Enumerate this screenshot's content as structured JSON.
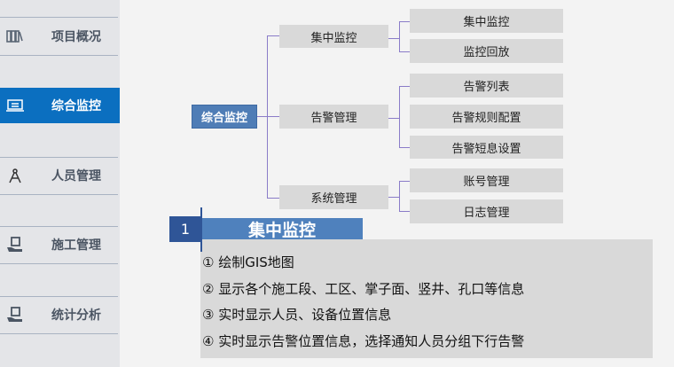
{
  "sidebar": {
    "items": [
      {
        "label": "项目概况",
        "icon": "books-icon"
      },
      {
        "label": "综合监控",
        "icon": "monitor-icon",
        "active": true
      },
      {
        "label": "人员管理",
        "icon": "compass-icon"
      },
      {
        "label": "施工管理",
        "icon": "hand-box-icon"
      },
      {
        "label": "统计分析",
        "icon": "hand-box-icon"
      }
    ]
  },
  "tree": {
    "root": "综合监控",
    "groups": [
      {
        "label": "集中监控",
        "children": [
          "集中监控",
          "监控回放"
        ]
      },
      {
        "label": "告警管理",
        "children": [
          "告警列表",
          "告警规则配置",
          "告警短息设置"
        ]
      },
      {
        "label": "系统管理",
        "children": [
          "账号管理",
          "日志管理"
        ]
      }
    ]
  },
  "section": {
    "number": "1",
    "title": "集中监控",
    "items": [
      "① 绘制GIS地图",
      "② 显示各个施工段、工区、掌子面、竖井、孔口等信息",
      "③ 实时显示人员、设备位置信息",
      "④ 实时显示告警位置信息，选择通知人员分组下行告警"
    ]
  },
  "colors": {
    "active": "#0b6fc0",
    "root": "#4f7db6",
    "connector": "#8a7cc8",
    "title": "#4f81bd",
    "number": "#2f5597"
  }
}
